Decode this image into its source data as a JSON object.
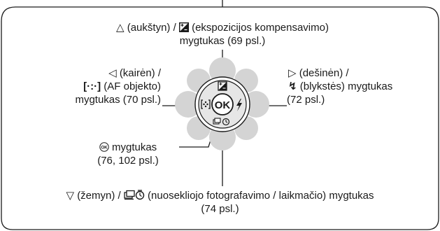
{
  "up": {
    "symbol": "△",
    "text_before_icon": "(aukštyn) / ",
    "text_after_icon": " (ekspozicijos kompensavimo)",
    "line2": "mygtukas (69 psl.)",
    "icon": "exposure-compensation-icon"
  },
  "left": {
    "symbol": "◁",
    "line1": "(kairėn) /",
    "af_glyph": "[·:·]",
    "line2_text": " (AF objekto)",
    "line3": "mygtukas (70 psl.)",
    "icon": "af-target-icon"
  },
  "right": {
    "symbol": "▷",
    "line1": "(dešinėn) /",
    "flash_glyph": "↯",
    "line2_text": " (blykstės) mygtukas",
    "line3": "(72 psl.)",
    "icon": "flash-icon"
  },
  "ok": {
    "badge": "OK",
    "line1": " mygtukas",
    "line2": "(76, 102 psl.)"
  },
  "down": {
    "symbol": "▽",
    "text_before_icon": "(žemyn) / ",
    "text_after_icon": " (nuosekliojo fotografavimo / laikmačio) mygtukas",
    "line2": "(74 psl.)",
    "icon": "sequential-timer-icon"
  },
  "dial": {
    "center_label": "OK",
    "colors": {
      "outline": "#1a1a1a",
      "petal": "#d4d4d4",
      "ring": "#e6e6e6",
      "white": "#ffffff"
    }
  }
}
